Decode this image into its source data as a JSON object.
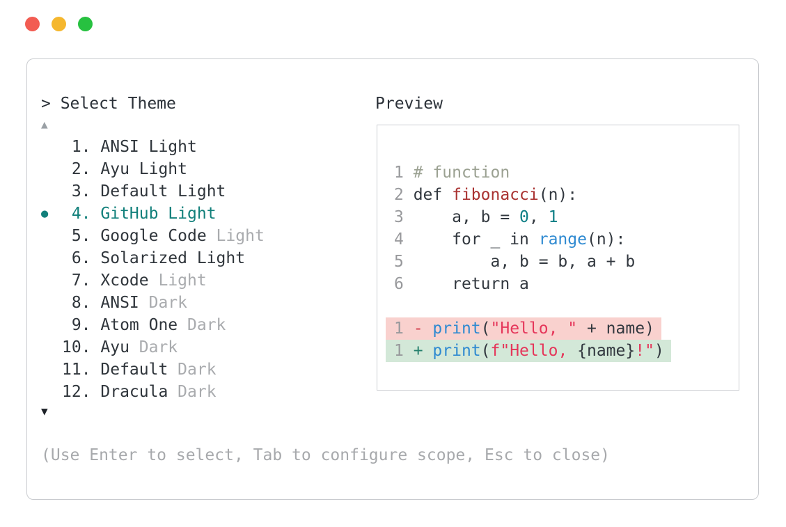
{
  "window": {
    "traffic_lights": [
      {
        "name": "close",
        "color": "#f25c52"
      },
      {
        "name": "minimize",
        "color": "#f5b72e"
      },
      {
        "name": "zoom",
        "color": "#27c140"
      }
    ]
  },
  "theme_selector": {
    "title": "> Select Theme",
    "scroll_up_indicator": "▲",
    "scroll_down_indicator": "▼",
    "selected_bullet": "●",
    "accent_color": "#12807b",
    "items": [
      {
        "num": "1.",
        "name": "ANSI Light",
        "muted_suffix": "",
        "selected": false
      },
      {
        "num": "2.",
        "name": "Ayu Light",
        "muted_suffix": "",
        "selected": false
      },
      {
        "num": "3.",
        "name": "Default Light",
        "muted_suffix": "",
        "selected": false
      },
      {
        "num": "4.",
        "name": "GitHub Light",
        "muted_suffix": "",
        "selected": true
      },
      {
        "num": "5.",
        "name": "Google Code",
        "muted_suffix": "Light",
        "selected": false
      },
      {
        "num": "6.",
        "name": "Solarized Light",
        "muted_suffix": "",
        "selected": false
      },
      {
        "num": "7.",
        "name": "Xcode",
        "muted_suffix": "Light",
        "selected": false
      },
      {
        "num": "8.",
        "name": "ANSI",
        "muted_suffix": "Dark",
        "selected": false
      },
      {
        "num": "9.",
        "name": "Atom One",
        "muted_suffix": "Dark",
        "selected": false
      },
      {
        "num": "10.",
        "name": "Ayu",
        "muted_suffix": "Dark",
        "selected": false
      },
      {
        "num": "11.",
        "name": "Default",
        "muted_suffix": "Dark",
        "selected": false
      },
      {
        "num": "12.",
        "name": "Dracula",
        "muted_suffix": "Dark",
        "selected": false
      }
    ],
    "hint": "(Use Enter to select, Tab to configure scope, Esc to close)"
  },
  "preview": {
    "label": "Preview",
    "syntax_colors": {
      "comment": "#9ba192",
      "function_name": "#a93231",
      "number": "#0f7f86",
      "builtin": "#2f8ad1",
      "string": "#e5365a",
      "default": "#32383f",
      "line_number": "#98999c",
      "diff_removed_bg": "#f9d1ce",
      "diff_added_bg": "#d3e8d8",
      "diff_minus": "#d23c4a",
      "diff_plus": "#25806d"
    },
    "code_lines": [
      {
        "num": "1",
        "tokens": [
          {
            "t": "# function",
            "c": "comment"
          }
        ]
      },
      {
        "num": "2",
        "tokens": [
          {
            "t": "def ",
            "c": "c"
          },
          {
            "t": "fibonacci",
            "c": "func"
          },
          {
            "t": "(n):",
            "c": "c"
          }
        ]
      },
      {
        "num": "3",
        "tokens": [
          {
            "t": "    a, b = ",
            "c": "c"
          },
          {
            "t": "0",
            "c": "num"
          },
          {
            "t": ", ",
            "c": "c"
          },
          {
            "t": "1",
            "c": "num"
          }
        ]
      },
      {
        "num": "4",
        "tokens": [
          {
            "t": "    for _ in ",
            "c": "c"
          },
          {
            "t": "range",
            "c": "blue"
          },
          {
            "t": "(n):",
            "c": "c"
          }
        ]
      },
      {
        "num": "5",
        "tokens": [
          {
            "t": "        a, b = b, a + b",
            "c": "c"
          }
        ]
      },
      {
        "num": "6",
        "tokens": [
          {
            "t": "    return a",
            "c": "c"
          }
        ]
      }
    ],
    "diff_lines": [
      {
        "num": "1",
        "marker": "-",
        "kind": "removed",
        "tokens": [
          {
            "t": "print",
            "c": "blue"
          },
          {
            "t": "(",
            "c": "c"
          },
          {
            "t": "\"Hello, \"",
            "c": "str"
          },
          {
            "t": " + name)",
            "c": "c"
          }
        ]
      },
      {
        "num": "1",
        "marker": "+",
        "kind": "added",
        "tokens": [
          {
            "t": "print",
            "c": "blue"
          },
          {
            "t": "(",
            "c": "c"
          },
          {
            "t": "f\"Hello, ",
            "c": "str"
          },
          {
            "t": "{name}",
            "c": "c"
          },
          {
            "t": "!\"",
            "c": "str"
          },
          {
            "t": ")",
            "c": "c"
          }
        ]
      }
    ]
  }
}
